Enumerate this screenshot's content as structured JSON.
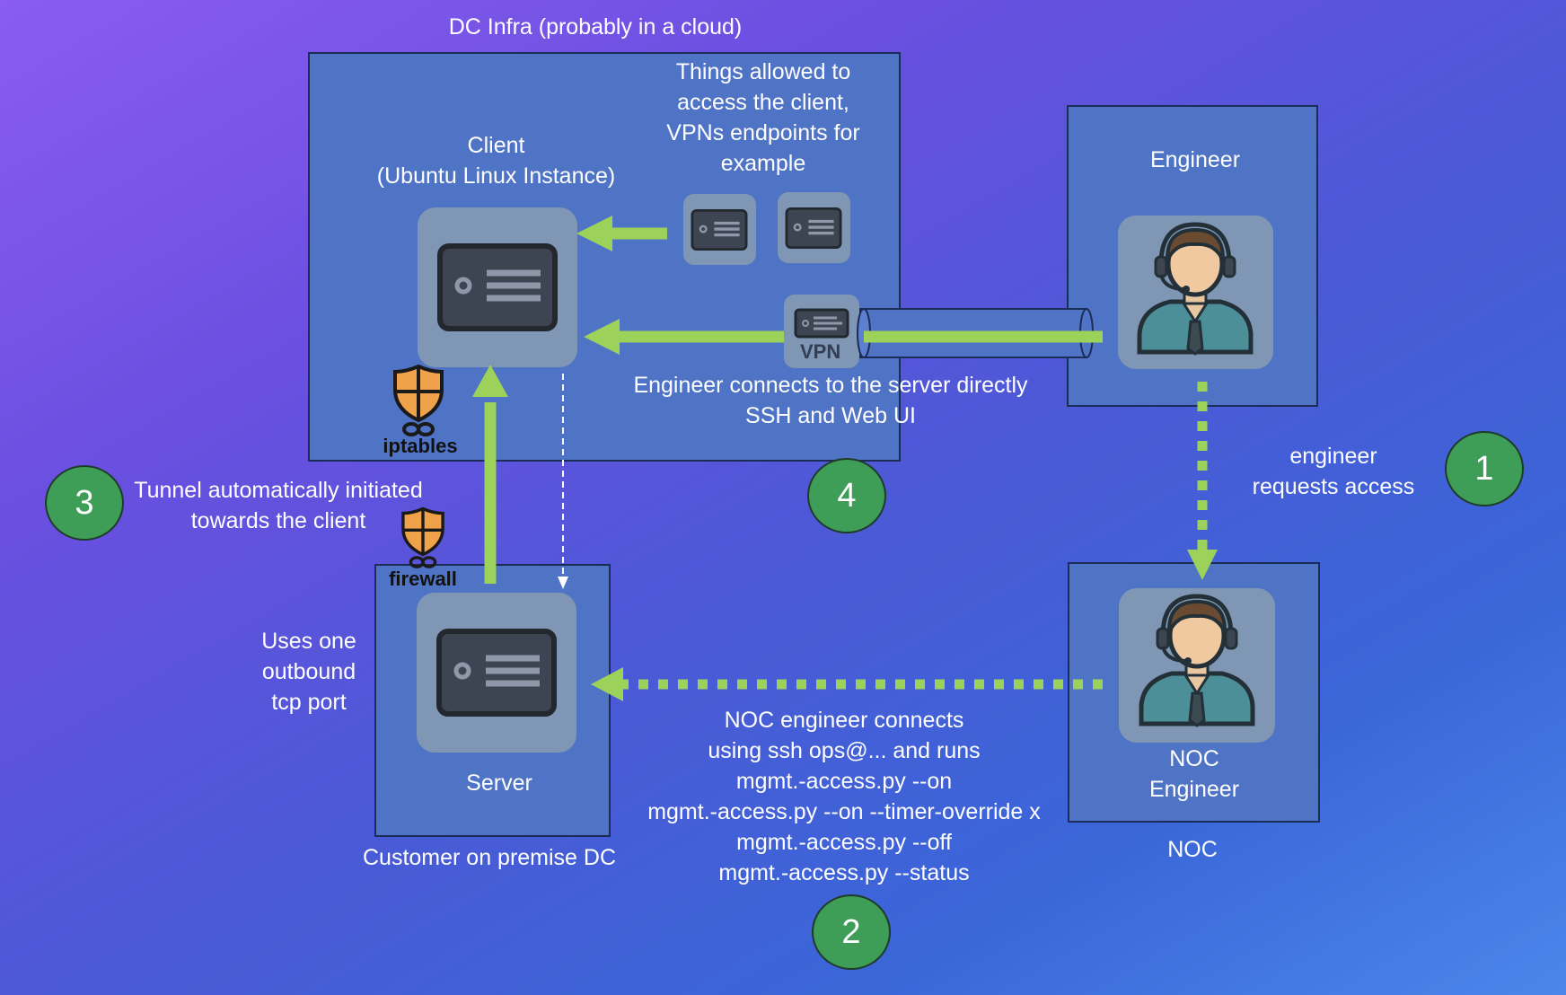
{
  "title": "DC Infra (probably in a cloud)",
  "client_label": [
    "Client",
    "(Ubuntu Linux Instance)"
  ],
  "allowed_note": [
    "Things allowed to",
    "access the client,",
    "VPNs endpoints for",
    "example"
  ],
  "engineer_label": "Engineer",
  "vpn_label": "VPN",
  "connect_note": [
    "Engineer connects to the server directly",
    "SSH and Web UI"
  ],
  "iptables_label": "iptables",
  "firewall_label": "firewall",
  "tunnel_note": [
    "Tunnel automatically initiated",
    "towards the client"
  ],
  "engineer_request": [
    "engineer",
    "requests access"
  ],
  "outbound_note": [
    "Uses one",
    "outbound",
    "tcp port"
  ],
  "server_label": "Server",
  "customer_label": "Customer on premise DC",
  "noc_engineer_label": [
    "NOC",
    "Engineer"
  ],
  "noc_label": "NOC",
  "noc_commands": [
    "NOC engineer connects",
    "using ssh ops@... and runs",
    "mgmt.-access.py --on",
    "mgmt.-access.py --on --timer-override x",
    "mgmt.-access.py --off",
    "mgmt.-access.py --status"
  ],
  "steps": [
    "1",
    "2",
    "3",
    "4"
  ],
  "colors": {
    "arrow": "#9dd25a",
    "badge": "#3e9d57",
    "box": "#4f74c6",
    "tile": "#7f97b4",
    "shield": "#f0a24a"
  }
}
